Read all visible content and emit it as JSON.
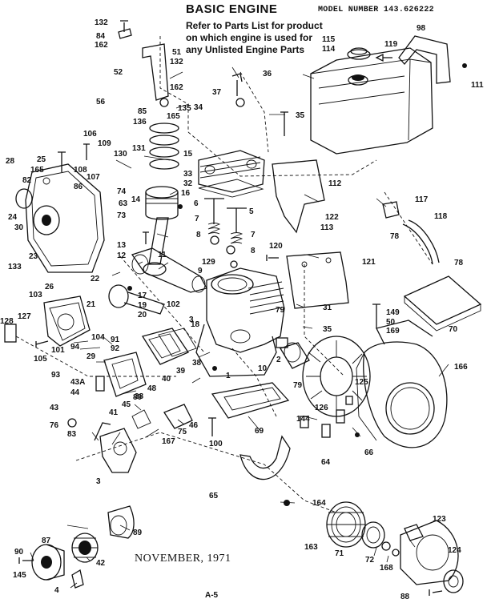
{
  "header": {
    "title": "BASIC ENGINE",
    "model": "MODEL NUMBER 143.626222",
    "note_lines": [
      "Refer to Parts List for product",
      "on which engine is used for",
      "any Unlisted Engine Parts"
    ]
  },
  "footer": {
    "date": "NOVEMBER, 1971",
    "page": "A-5"
  },
  "part_labels": [
    "132",
    "84",
    "162",
    "51",
    "132",
    "52",
    "56",
    "162",
    "85",
    "136",
    "135",
    "165",
    "37",
    "36",
    "34",
    "15",
    "35",
    "98",
    "119",
    "115",
    "114",
    "111",
    "106",
    "109",
    "130",
    "131",
    "25",
    "28",
    "165",
    "82",
    "86",
    "108",
    "107",
    "74",
    "63",
    "73",
    "24",
    "30",
    "133",
    "23",
    "26",
    "14",
    "16",
    "33",
    "32",
    "6",
    "5",
    "7",
    "7",
    "8",
    "8",
    "9",
    "112",
    "117",
    "122",
    "113",
    "118",
    "78",
    "78",
    "120",
    "121",
    "13",
    "12",
    "11",
    "129",
    "22",
    "17",
    "19",
    "20",
    "102",
    "21",
    "103",
    "127",
    "128",
    "101",
    "104",
    "105",
    "94",
    "91",
    "92",
    "29",
    "93",
    "43A",
    "44",
    "43",
    "76",
    "83",
    "41",
    "38",
    "39",
    "40",
    "38",
    "80",
    "48",
    "45",
    "46",
    "75",
    "167",
    "3",
    "79",
    "31",
    "35",
    "149",
    "50",
    "169",
    "70",
    "166",
    "79",
    "125",
    "126",
    "144",
    "100",
    "69",
    "66",
    "64",
    "65",
    "164",
    "163",
    "71",
    "72",
    "168",
    "123",
    "124",
    "88",
    "87",
    "89",
    "42",
    "90",
    "145",
    "4",
    "2",
    "3",
    "1",
    "10",
    "18"
  ]
}
